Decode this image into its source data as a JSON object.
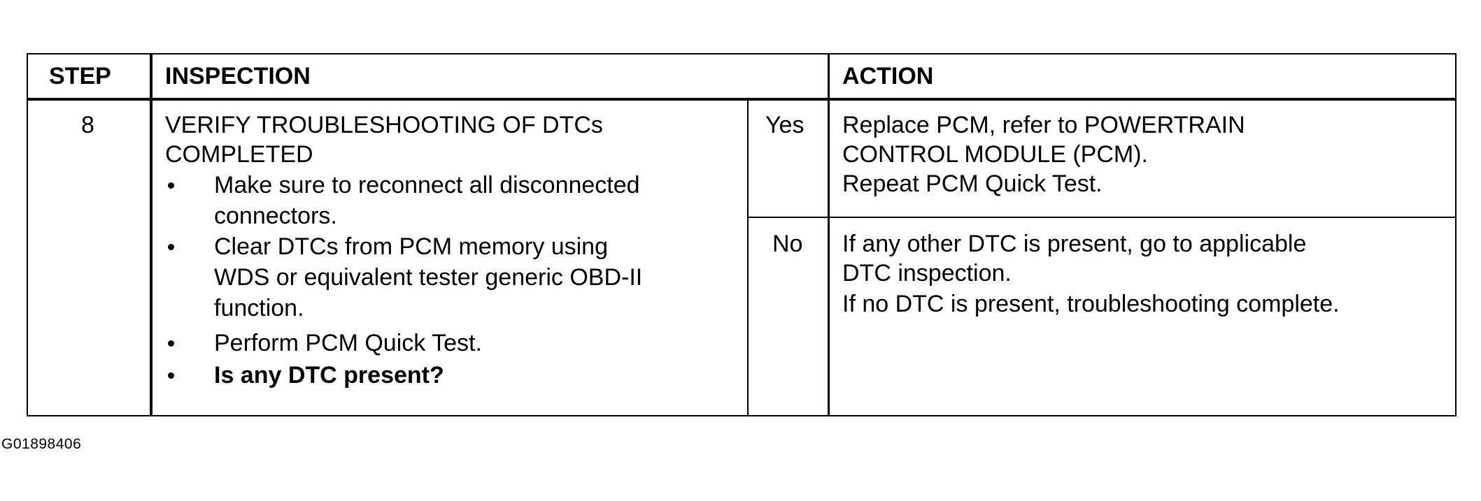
{
  "headers": {
    "step": "STEP",
    "inspection": "INSPECTION",
    "action": "ACTION"
  },
  "row": {
    "step_number": "8",
    "inspection_title_line1": "VERIFY TROUBLESHOOTING OF DTCs",
    "inspection_title_line2": "COMPLETED",
    "bullets": [
      {
        "line1": "Make sure to reconnect all disconnected",
        "line2": "connectors."
      },
      {
        "line1": "Clear DTCs from PCM memory using",
        "line2": "WDS or equivalent tester generic OBD-II",
        "line3": "function."
      },
      {
        "line1": "Perform PCM Quick Test."
      },
      {
        "line1": "Is any DTC present?"
      }
    ],
    "yes_label": "Yes",
    "no_label": "No",
    "yes_action": {
      "line1": "Replace PCM, refer to POWERTRAIN",
      "line2": "CONTROL MODULE (PCM).",
      "line3": "Repeat PCM Quick Test."
    },
    "no_action": {
      "line1": "If any other DTC is present, go to applicable",
      "line2": "DTC inspection.",
      "line3": "If no DTC is present, troubleshooting complete."
    }
  },
  "figure_id": "G01898406"
}
